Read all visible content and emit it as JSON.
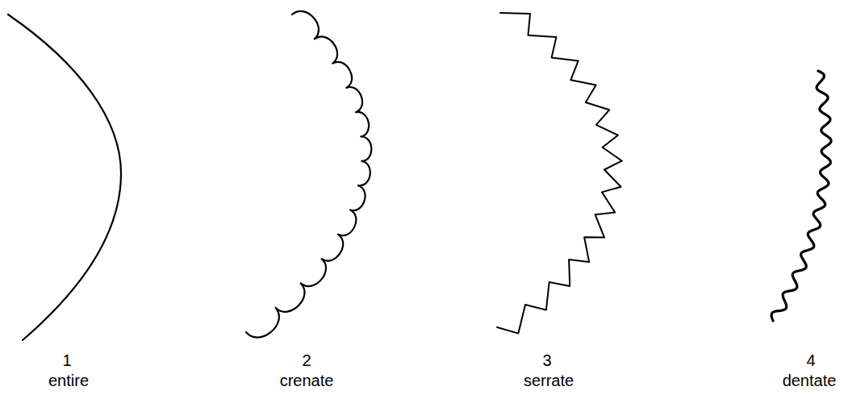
{
  "diagram": {
    "labels": [
      "1",
      "entire",
      "2",
      "crenate",
      "3",
      "serrate",
      "4",
      "dentate"
    ]
  }
}
